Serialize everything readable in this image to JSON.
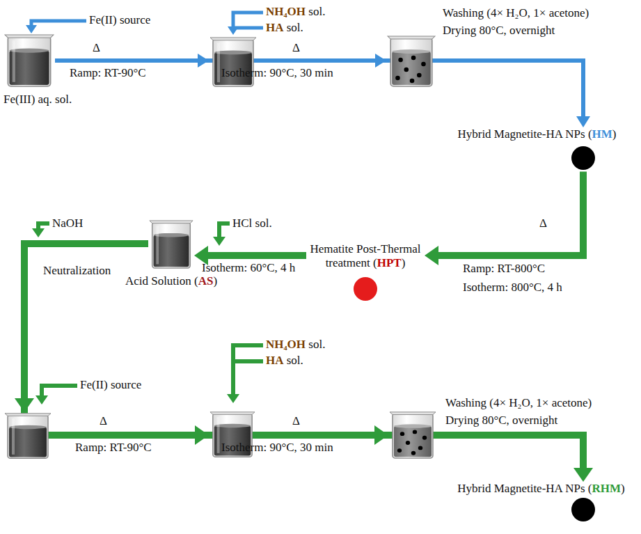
{
  "diagram": {
    "nodes": [
      {
        "text": [
          "Fe(III) aq. sol."
        ]
      },
      {
        "text": [
          "Hybrid Magnetite-HA NPs (HM)"
        ]
      },
      {
        "text": [
          "Hematite Post-Thermal treatment (HPT)"
        ]
      },
      {
        "text": [
          "Acid Solution (AS)"
        ]
      },
      {
        "text": [
          "Hybrid Magnetite-HA NPs (RHM)"
        ]
      }
    ],
    "edges": [
      {
        "from": 0,
        "to": 1,
        "arrow": "to"
      },
      {
        "from": 1,
        "to": 2,
        "arrow": "to"
      },
      {
        "from": 2,
        "to": 3,
        "arrow": "to"
      },
      {
        "from": 3,
        "to": 4,
        "arrow": "to"
      }
    ],
    "labels": [
      "Fe(II) source",
      "NH₄OH sol.",
      "HA sol.",
      "Δ",
      "Ramp: RT-90°C",
      "Δ",
      "Isotherm: 90°C, 30 min",
      "Washing (4× H₂O, 1× acetone)",
      "Drying 80°C, overnight",
      "NaOH",
      "Neutralization",
      "HCl sol.",
      "Isotherm: 60°C, 4 h",
      "Δ",
      "Ramp: RT-800°C",
      "Isotherm: 800°C, 4 h",
      "Fe(II) source",
      "NH₄OH sol.",
      "HA sol.",
      "Δ",
      "Ramp: RT-90°C",
      "Δ",
      "Isotherm: 90°C, 30 min",
      "Washing (4× H₂O, 1× acetone)",
      "Drying 80°C, overnight"
    ]
  }
}
